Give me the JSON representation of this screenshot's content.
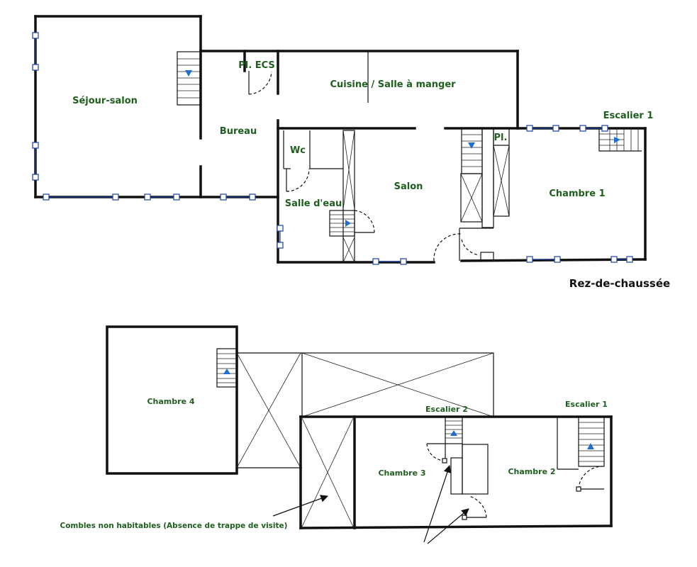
{
  "ground_floor": {
    "title": "Rez-de-chaussée",
    "rooms": {
      "sejour": "Séjour-salon",
      "pl_ecs": "Pl.  ECS",
      "cuisine": "Cuisine / Salle à manger",
      "bureau": "Bureau",
      "wc": "Wc",
      "salle_eau": "Salle d'eau",
      "salon": "Salon",
      "pl2": "Pl.",
      "escalier1": "Escalier 1",
      "chambre1": "Chambre 1"
    }
  },
  "upper_floor": {
    "rooms": {
      "chambre4": "Chambre 4",
      "escalier2": "Escalier 2",
      "escalier1": "Escalier 1",
      "chambre3": "Chambre 3",
      "chambre2": "Chambre 2",
      "combles": "Combles non habitables (Absence de trappe de visite)"
    }
  },
  "colors": {
    "label": "#1e5e1e",
    "wall": "#111111",
    "window": "#1a3fa0",
    "stair_arrow": "#1f6fd0"
  }
}
